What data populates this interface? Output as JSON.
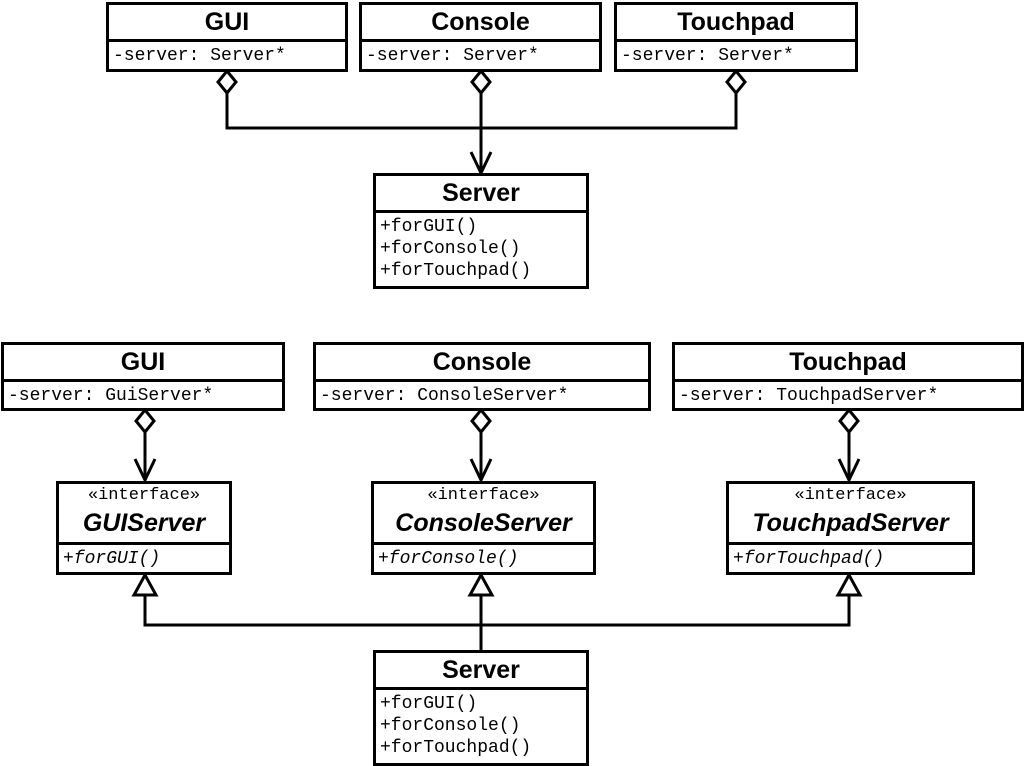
{
  "diagram_top": {
    "clients": [
      {
        "name": "GUI",
        "attribute": "-server: Server*"
      },
      {
        "name": "Console",
        "attribute": "-server: Server*"
      },
      {
        "name": "Touchpad",
        "attribute": "-server: Server*"
      }
    ],
    "server": {
      "name": "Server",
      "methods": [
        "+forGUI()",
        "+forConsole()",
        "+forTouchpad()"
      ]
    }
  },
  "diagram_bottom": {
    "clients": [
      {
        "name": "GUI",
        "attribute": "-server: GuiServer*"
      },
      {
        "name": "Console",
        "attribute": "-server: ConsoleServer*"
      },
      {
        "name": "Touchpad",
        "attribute": "-server: TouchpadServer*"
      }
    ],
    "interfaces": [
      {
        "stereotype": "«interface»",
        "name": "GUIServer",
        "method": "+forGUI()"
      },
      {
        "stereotype": "«interface»",
        "name": "ConsoleServer",
        "method": "+forConsole()"
      },
      {
        "stereotype": "«interface»",
        "name": "TouchpadServer",
        "method": "+forTouchpad()"
      }
    ],
    "server": {
      "name": "Server",
      "methods": [
        "+forGUI()",
        "+forConsole()",
        "+forTouchpad()"
      ]
    }
  }
}
